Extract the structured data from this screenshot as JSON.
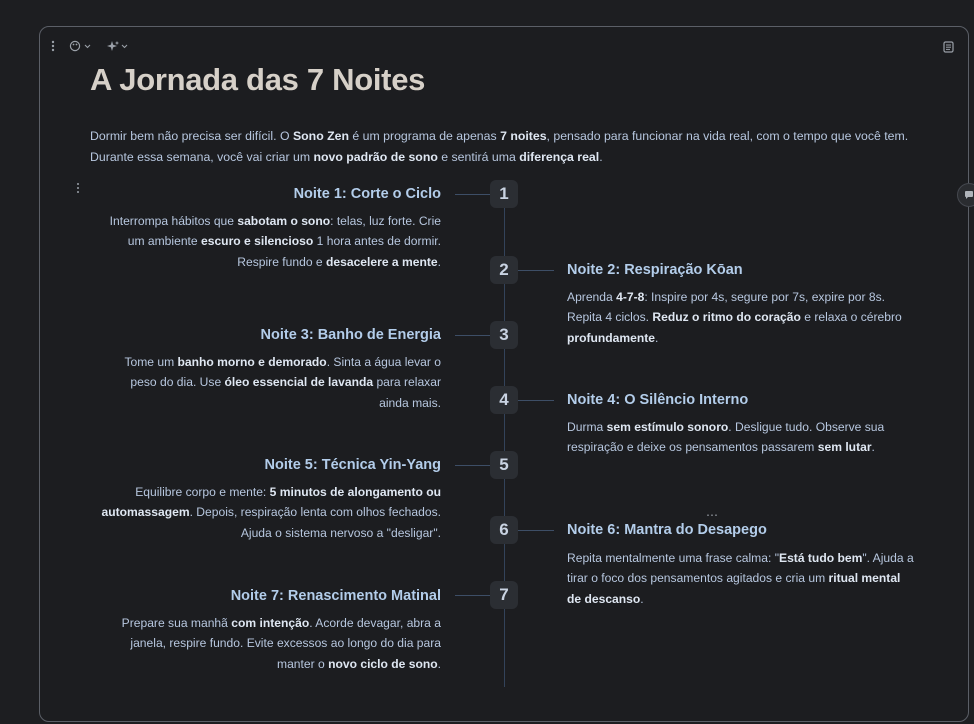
{
  "page": {
    "title": "A Jornada das 7 Noites",
    "intro": [
      {
        "t": "Dormir bem não precisa ser difícil. O ",
        "b": false
      },
      {
        "t": "Sono Zen",
        "b": true
      },
      {
        "t": " é um programa de apenas ",
        "b": false
      },
      {
        "t": "7 noites",
        "b": true
      },
      {
        "t": ", pensado para funcionar na vida real, com o tempo que você tem. Durante essa semana, você vai criar um ",
        "b": false
      },
      {
        "t": "novo padrão de sono",
        "b": true
      },
      {
        "t": " e sentirá uma ",
        "b": false
      },
      {
        "t": "diferença real",
        "b": true
      },
      {
        "t": ".",
        "b": false
      }
    ]
  },
  "toolbar": {
    "menu_icon": "vertical-dots-icon",
    "palette_icon": "palette-icon",
    "ai_icon": "sparkle-icon",
    "notes_icon": "notes-icon"
  },
  "nights": [
    {
      "number": "1",
      "title": "Noite 1: Corte o Ciclo",
      "side": "left",
      "text": [
        {
          "t": "Interrompa hábitos que ",
          "b": false
        },
        {
          "t": "sabotam o sono",
          "b": true
        },
        {
          "t": ": telas, luz forte. Crie um ambiente ",
          "b": false
        },
        {
          "t": "escuro e silencioso",
          "b": true
        },
        {
          "t": " 1 hora antes de dormir. Respire fundo e ",
          "b": false
        },
        {
          "t": "desacelere a mente",
          "b": true
        },
        {
          "t": ".",
          "b": false
        }
      ]
    },
    {
      "number": "2",
      "title": "Noite 2: Respiração Kōan",
      "side": "right",
      "text": [
        {
          "t": "Aprenda ",
          "b": false
        },
        {
          "t": "4-7-8",
          "b": true
        },
        {
          "t": ": Inspire por 4s, segure por 7s, expire por 8s. Repita 4 ciclos. ",
          "b": false
        },
        {
          "t": "Reduz o ritmo do coração",
          "b": true
        },
        {
          "t": " e relaxa o cérebro ",
          "b": false
        },
        {
          "t": "profundamente",
          "b": true
        },
        {
          "t": ".",
          "b": false
        }
      ]
    },
    {
      "number": "3",
      "title": "Noite 3: Banho de Energia",
      "side": "left",
      "text": [
        {
          "t": "Tome um ",
          "b": false
        },
        {
          "t": "banho morno e demorado",
          "b": true
        },
        {
          "t": ". Sinta a água levar o peso do dia. Use ",
          "b": false
        },
        {
          "t": "óleo essencial de lavanda",
          "b": true
        },
        {
          "t": " para relaxar ainda mais.",
          "b": false
        }
      ]
    },
    {
      "number": "4",
      "title": "Noite 4: O Silêncio Interno",
      "side": "right",
      "text": [
        {
          "t": "Durma ",
          "b": false
        },
        {
          "t": "sem estímulo sonoro",
          "b": true
        },
        {
          "t": ". Desligue tudo. Observe sua respiração e deixe os pensamentos passarem ",
          "b": false
        },
        {
          "t": "sem lutar",
          "b": true
        },
        {
          "t": ".",
          "b": false
        }
      ]
    },
    {
      "number": "5",
      "title": "Noite 5: Técnica Yin-Yang",
      "side": "left",
      "text": [
        {
          "t": "Equilibre corpo e mente: ",
          "b": false
        },
        {
          "t": "5 minutos de alongamento ou automassagem",
          "b": true
        },
        {
          "t": ". Depois, respiração lenta com olhos fechados. Ajuda o sistema nervoso a \"desligar\".",
          "b": false
        }
      ]
    },
    {
      "number": "6",
      "title": "Noite 6: Mantra do Desapego",
      "side": "right",
      "text": [
        {
          "t": "Repita mentalmente uma frase calma: \"",
          "b": false
        },
        {
          "t": "Está tudo bem",
          "b": true
        },
        {
          "t": "\". Ajuda a tirar o foco dos pensamentos agitados e cria um ",
          "b": false
        },
        {
          "t": "ritual mental de descanso",
          "b": true
        },
        {
          "t": ".",
          "b": false
        }
      ]
    },
    {
      "number": "7",
      "title": "Noite 7: Renascimento Matinal",
      "side": "left",
      "text": [
        {
          "t": "Prepare sua manhã ",
          "b": false
        },
        {
          "t": "com intenção",
          "b": true
        },
        {
          "t": ". Acorde devagar, abra a janela, respire fundo. Evite excessos ao longo do dia para manter o ",
          "b": false
        },
        {
          "t": "novo ciclo de sono",
          "b": true
        },
        {
          "t": ".",
          "b": false
        }
      ]
    }
  ],
  "drag_handle": "⋯",
  "comment_icon": "comment-icon"
}
